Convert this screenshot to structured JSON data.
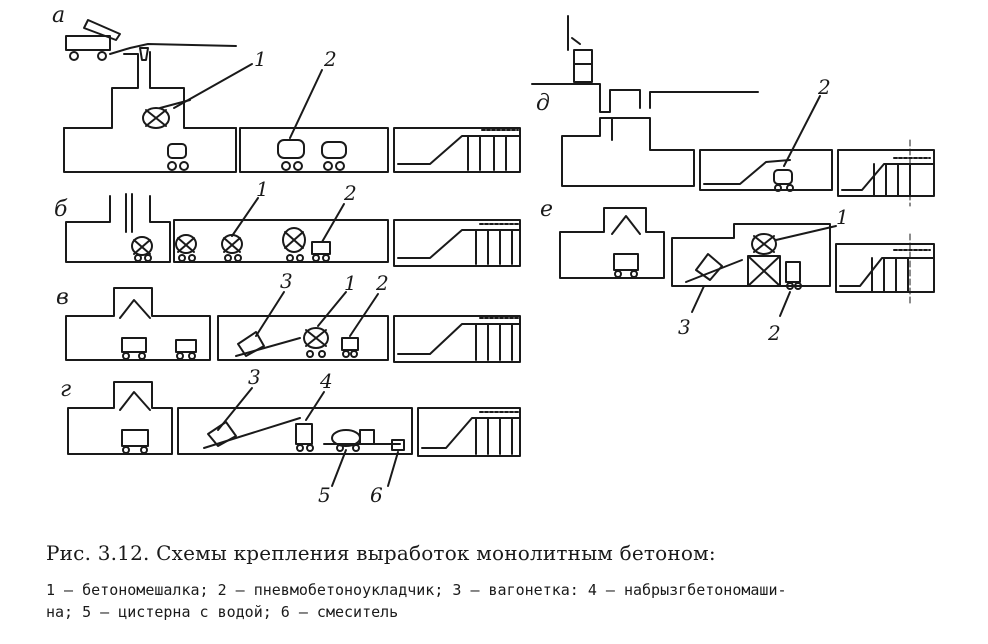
{
  "figure": {
    "caption": "Рис. 3.12. Схемы крепления выработок монолитным бетоном:",
    "legend_line1": "1 — бетономешалка;  2 — пневмобетоноукладчик;  3 — вагонетка:  4 — набрызгбетономаши-",
    "legend_line2": "на;  5 — цистерна с водой;  6 — смеситель",
    "colors": {
      "ink": "#1a1a1a",
      "paper": "#ffffff"
    }
  },
  "panels": [
    {
      "id": "a",
      "label": "а",
      "callouts": [
        "1",
        "2"
      ]
    },
    {
      "id": "b",
      "label": "б",
      "callouts": [
        "1",
        "2"
      ]
    },
    {
      "id": "v",
      "label": "в",
      "callouts": [
        "3",
        "1",
        "2"
      ]
    },
    {
      "id": "g",
      "label": "г",
      "callouts": [
        "3",
        "4",
        "5",
        "6"
      ]
    },
    {
      "id": "d",
      "label": "д",
      "callouts": [
        "2"
      ]
    },
    {
      "id": "e",
      "label": "е",
      "callouts": [
        "1",
        "3",
        "2"
      ]
    }
  ]
}
